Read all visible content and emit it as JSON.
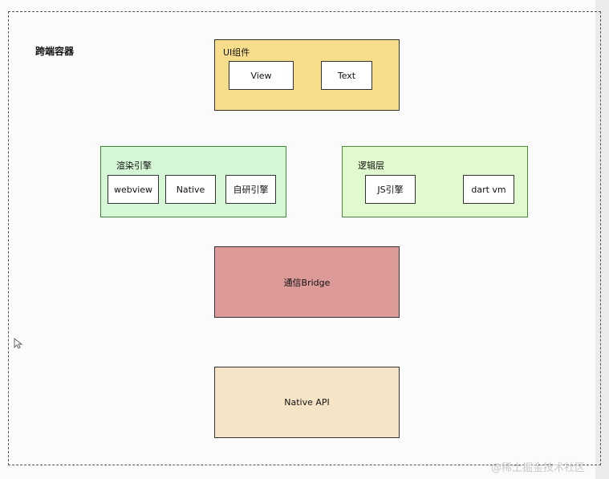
{
  "container": {
    "label": "跨端容器"
  },
  "ui_group": {
    "label": "UI组件",
    "color": "#f6dd8b",
    "items": [
      "View",
      "Text"
    ]
  },
  "render_group": {
    "label": "渲染引擎",
    "color": "#d6f7d6",
    "items": [
      "webview",
      "Native",
      "自研引擎"
    ]
  },
  "logic_group": {
    "label": "逻辑层",
    "color": "#e1f9cf",
    "items": [
      "JS引擎",
      "dart vm"
    ]
  },
  "bridge": {
    "label": "通信Bridge",
    "color": "#dc9a98"
  },
  "native_api": {
    "label": "Native API",
    "color": "#f6e4c6"
  },
  "watermark": {
    "text": "@稀土掘金技术社区"
  }
}
